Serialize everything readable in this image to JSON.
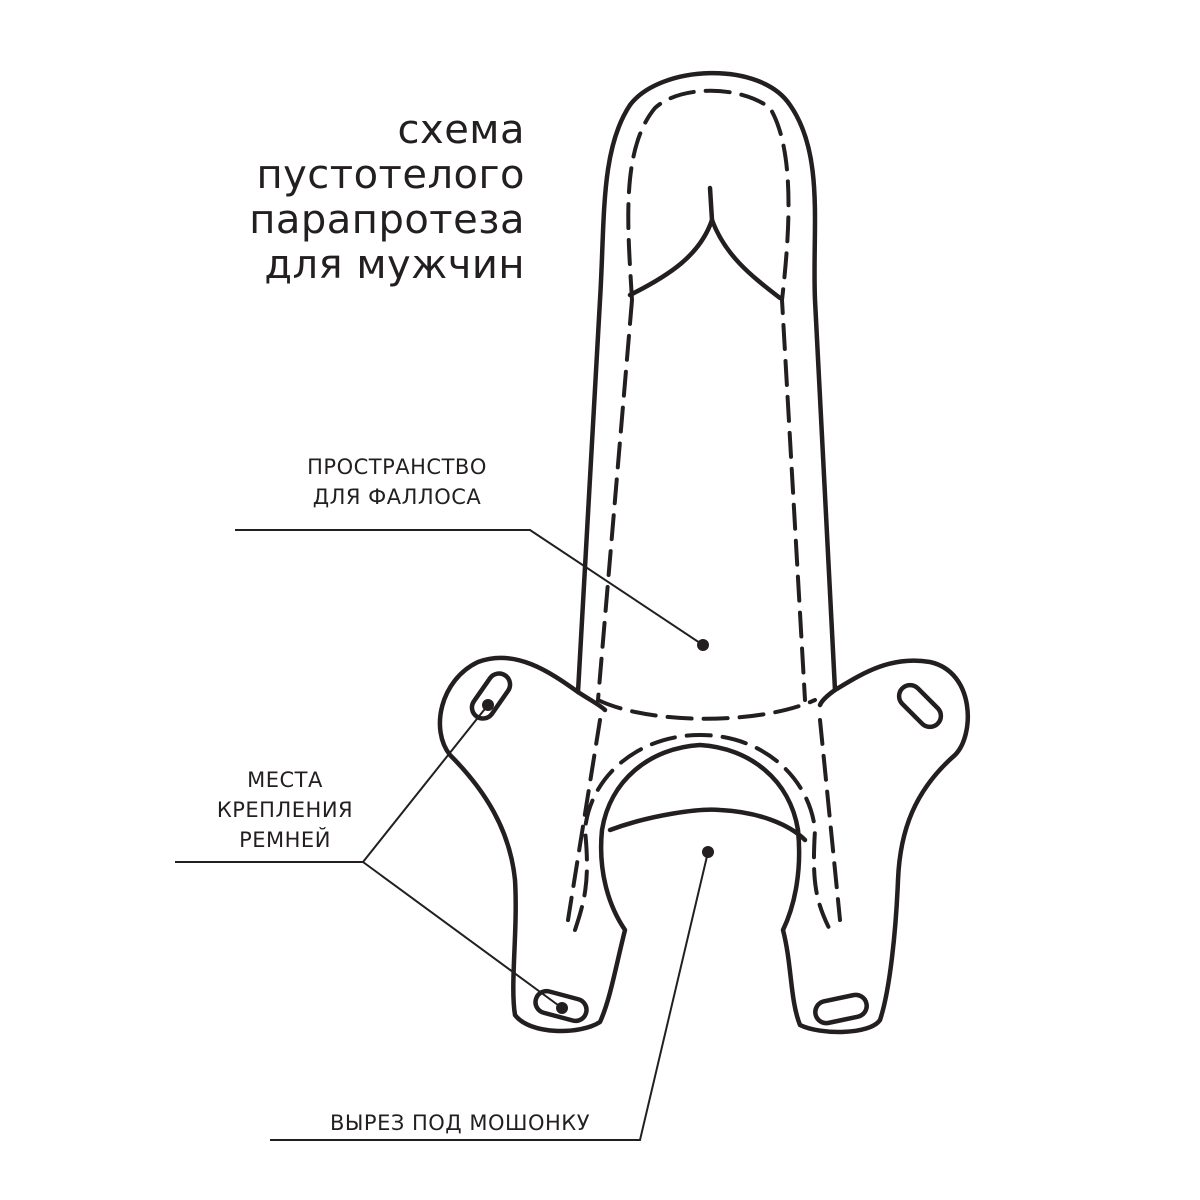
{
  "title": {
    "lines": [
      "схема",
      "пустотелого",
      "парапротеза",
      "для мужчин"
    ]
  },
  "labels": {
    "phallus_space": [
      "ПРОСТРАНСТВО",
      "ДЛЯ ФАЛЛОСА"
    ],
    "strap_points": [
      "МЕСТА",
      "КРЕПЛЕНИЯ",
      "РЕМНЕЙ"
    ],
    "scrotum_cutout": "ВЫРЕЗ ПОД МОШОНКУ"
  },
  "colors": {
    "line": "#231f20",
    "background": "#ffffff"
  }
}
